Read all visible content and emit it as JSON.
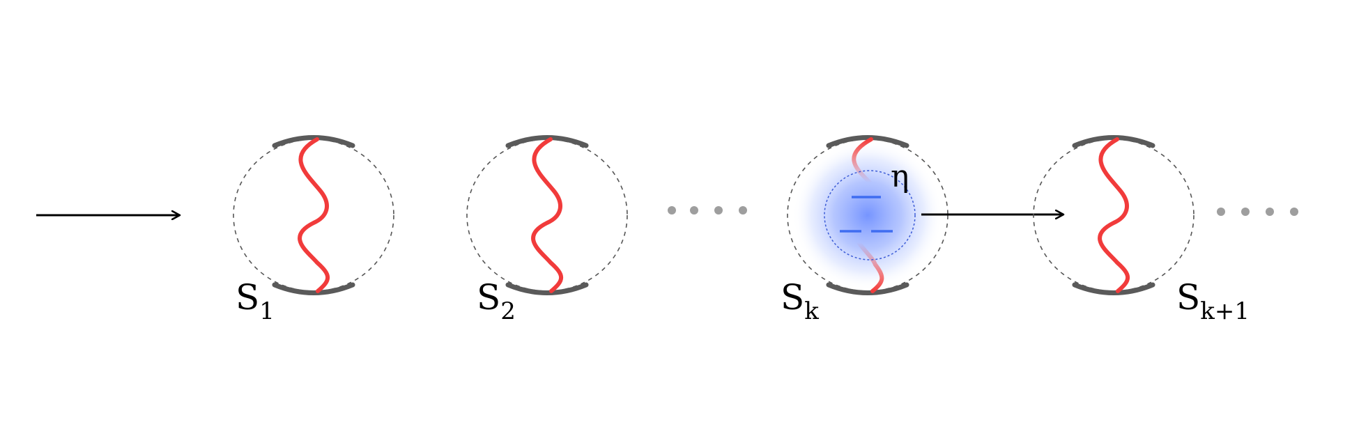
{
  "colors": {
    "background": "#ffffff",
    "cavity_outline": "#555555",
    "mirror": "#5a5a5a",
    "photon_wave": "#f13b3b",
    "arrow": "#000000",
    "ellipsis_dots": "#9e9e9e",
    "probe_glow": "#7a9cff",
    "probe_levels": "#3f6df0",
    "probe_outline": "#3b5bd6"
  },
  "stations": [
    {
      "name": "S",
      "subscript": "1"
    },
    {
      "name": "S",
      "subscript": "2"
    },
    {
      "name": "S",
      "subscript": "k"
    },
    {
      "name": "S",
      "subscript": "k+1"
    }
  ],
  "probe": {
    "label": "η"
  }
}
